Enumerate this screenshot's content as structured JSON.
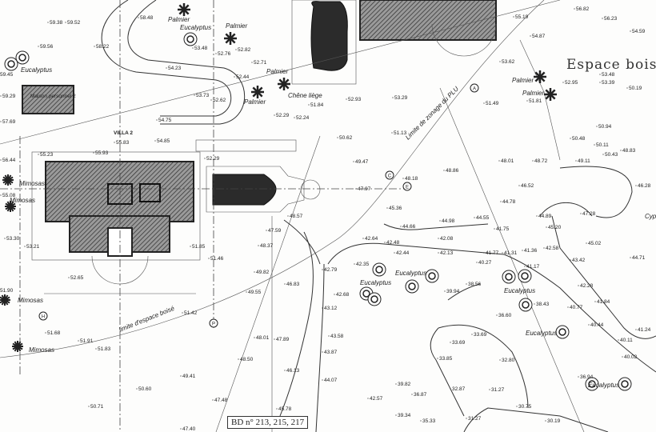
{
  "labels": {
    "espace_boise": "Espace boisé",
    "villa": "VILLA 2",
    "maison_personnel": "Maison personnel 2",
    "chene_liege": "Chêne liège",
    "limite_zonage": "Limite de zonage du PLU",
    "limite_espace_boise": "limite d'espace boisé",
    "bd": "BD n° 213, 215, 217",
    "cypres": "Cypr",
    "palmier": "Palmier",
    "eucalyptus": "Eucalyptus",
    "mimosas": "Mimosas"
  },
  "markers": [
    "A",
    "C",
    "E",
    "H",
    "P"
  ],
  "elevations": [
    "58.48",
    "59.38",
    "59.52",
    "59.56",
    "59.45",
    "59.29",
    "57.69",
    "56.44",
    "55.08",
    "58.22",
    "54.23",
    "53.48",
    "52.76",
    "52.82",
    "52.71",
    "52.44",
    "53.73",
    "52.62",
    "52.29",
    "52.24",
    "54.75",
    "54.85",
    "55.83",
    "55.93",
    "55.23",
    "52.29",
    "51.84",
    "52.93",
    "53.29",
    "51.13",
    "50.62",
    "49.47",
    "48.86",
    "48.18",
    "47.97",
    "45.36",
    "51.49",
    "53.62",
    "54.87",
    "55.19",
    "56.82",
    "56.23",
    "54.59",
    "53.48",
    "53.39",
    "52.95",
    "50.19",
    "51.81",
    "50.48",
    "50.94",
    "50.11",
    "50.43",
    "48.83",
    "48.72",
    "49.11",
    "48.01",
    "46.52",
    "46.28",
    "44.78",
    "47.28",
    "44.89",
    "45.20",
    "45.02",
    "44.71",
    "43.42",
    "42.58",
    "41.36",
    "41.17",
    "42.28",
    "40.77",
    "41.84",
    "40.44",
    "41.24",
    "40.11",
    "40.02",
    "36.94",
    "38.43",
    "36.60",
    "41.77",
    "41.31",
    "40.27",
    "38.56",
    "39.94",
    "33.69",
    "33.69",
    "33.85",
    "32.80",
    "32.87",
    "31.27",
    "30.75",
    "30.19",
    "31.27",
    "35.33",
    "39.34",
    "36.87",
    "39.82",
    "42.57",
    "44.07",
    "43.58",
    "43.12",
    "42.68",
    "42.79",
    "42.64",
    "42.48",
    "44.66",
    "44.98",
    "44.55",
    "42.08",
    "41.75",
    "42.44",
    "42.13",
    "42.35",
    "53.30",
    "53.21",
    "52.65",
    "51.90",
    "51.42",
    "51.68",
    "51.91",
    "51.83",
    "50.60",
    "49.41",
    "47.48",
    "50.71",
    "47.40",
    "48.01",
    "47.89",
    "48.50",
    "46.13",
    "45.78",
    "49.82",
    "49.55",
    "46.83",
    "48.37",
    "47.59",
    "51.46",
    "51.85",
    "48.57",
    "43.87"
  ]
}
